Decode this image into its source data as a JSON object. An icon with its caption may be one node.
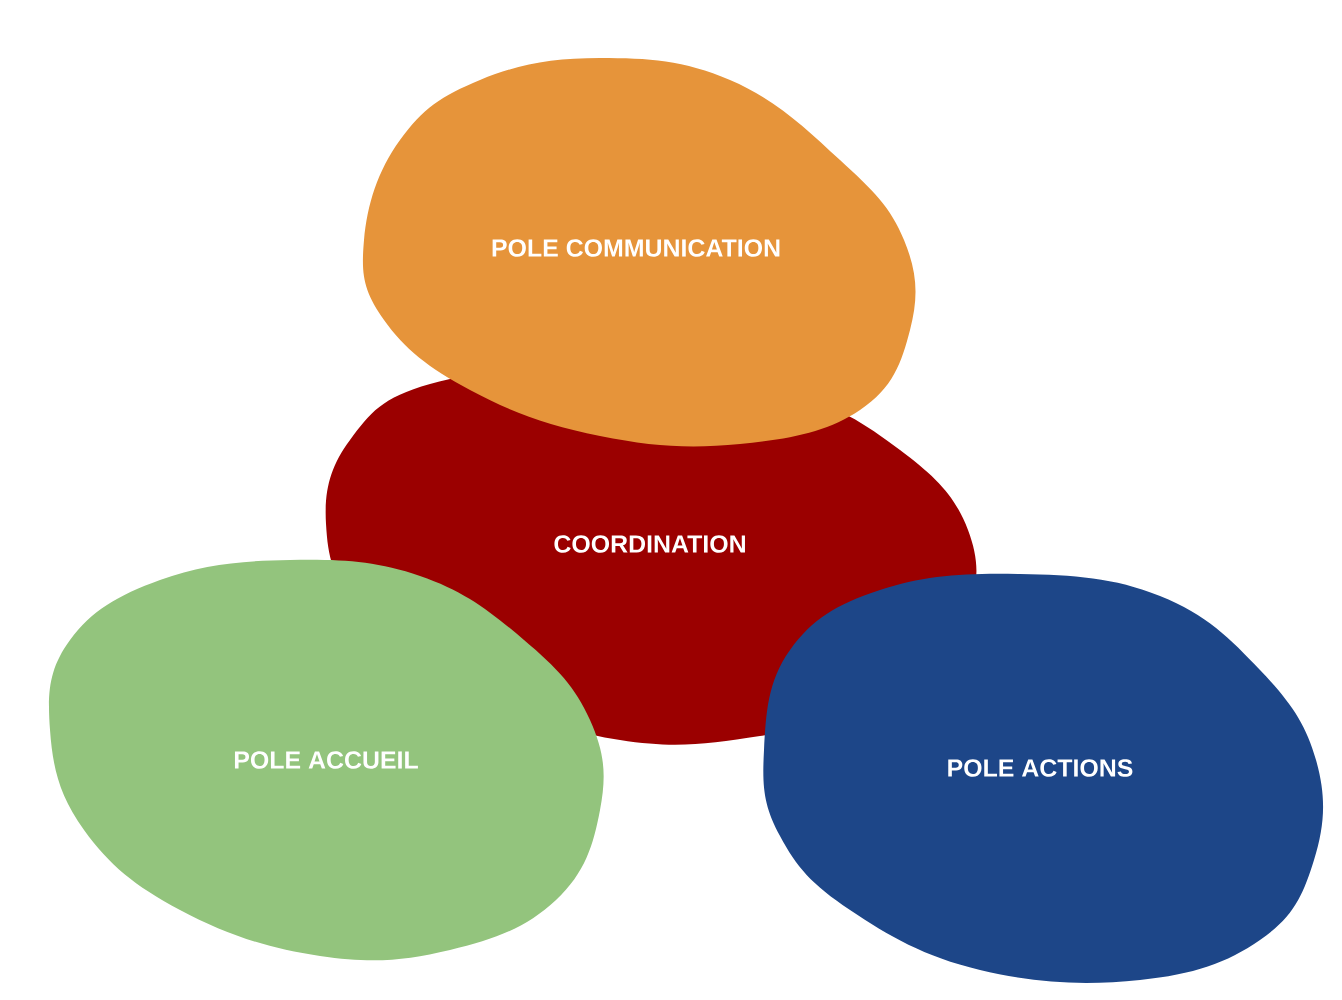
{
  "diagram": {
    "nodes": [
      {
        "text": [
          "POLE COMMUNICATION"
        ]
      },
      {
        "text": [
          "COORDINATION"
        ]
      },
      {
        "text": [
          "POLE ACCUEIL"
        ]
      },
      {
        "text": [
          "POLE ACTIONS"
        ]
      }
    ]
  }
}
